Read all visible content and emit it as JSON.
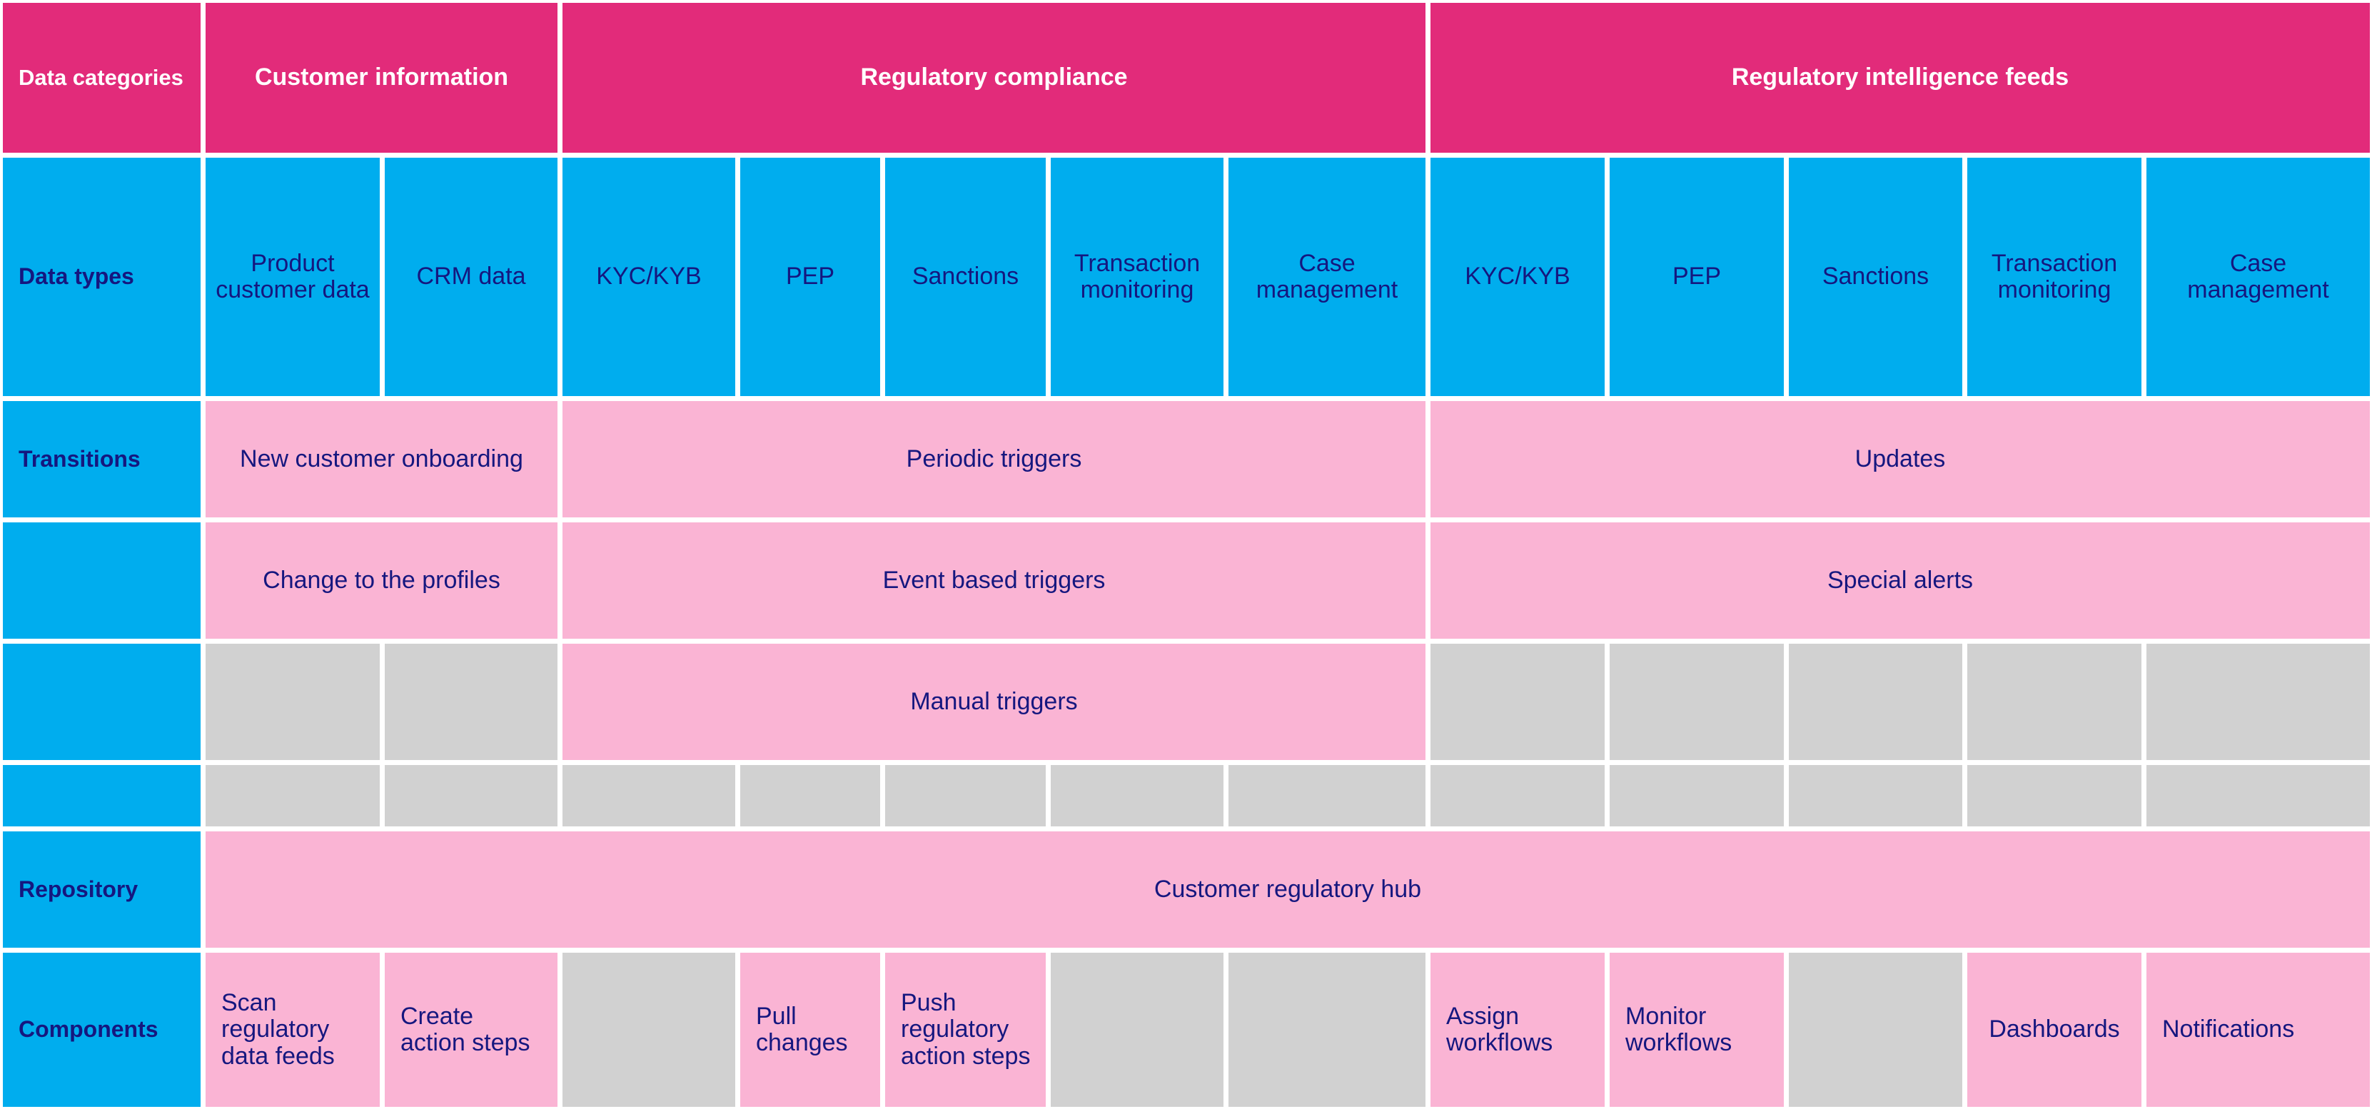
{
  "header": {
    "corner": "Data categories",
    "categories": [
      "Customer information",
      "Regulatory compliance",
      "Regulatory intelligence feeds"
    ]
  },
  "row_labels": {
    "data_types": "Data types",
    "transitions": "Transitions",
    "repository": "Repository",
    "components": "Components"
  },
  "data_types": [
    "Product customer data",
    "CRM data",
    "KYC/KYB",
    "PEP",
    "Sanctions",
    "Transaction monitoring",
    "Case management",
    "KYC/KYB",
    "PEP",
    "Sanctions",
    "Transaction monitoring",
    "Case management"
  ],
  "transitions": {
    "row1": [
      "New customer onboarding",
      "Periodic triggers",
      "Updates"
    ],
    "row2": [
      "Change to the profiles",
      "Event based triggers",
      "Special alerts"
    ],
    "row3": [
      "Manual triggers"
    ]
  },
  "repository": "Customer regulatory hub",
  "components": [
    "Scan regulatory data feeds",
    "Create action steps",
    "Pull changes",
    "Push regulatory action steps",
    "Assign workflows",
    "Monitor workflows",
    "Dashboards",
    "Notifications"
  ],
  "colors": {
    "header": "#e22b7a",
    "label": "#00adee",
    "content": "#fab4d4",
    "empty": "#d1d1d1",
    "text": "#15177f"
  }
}
